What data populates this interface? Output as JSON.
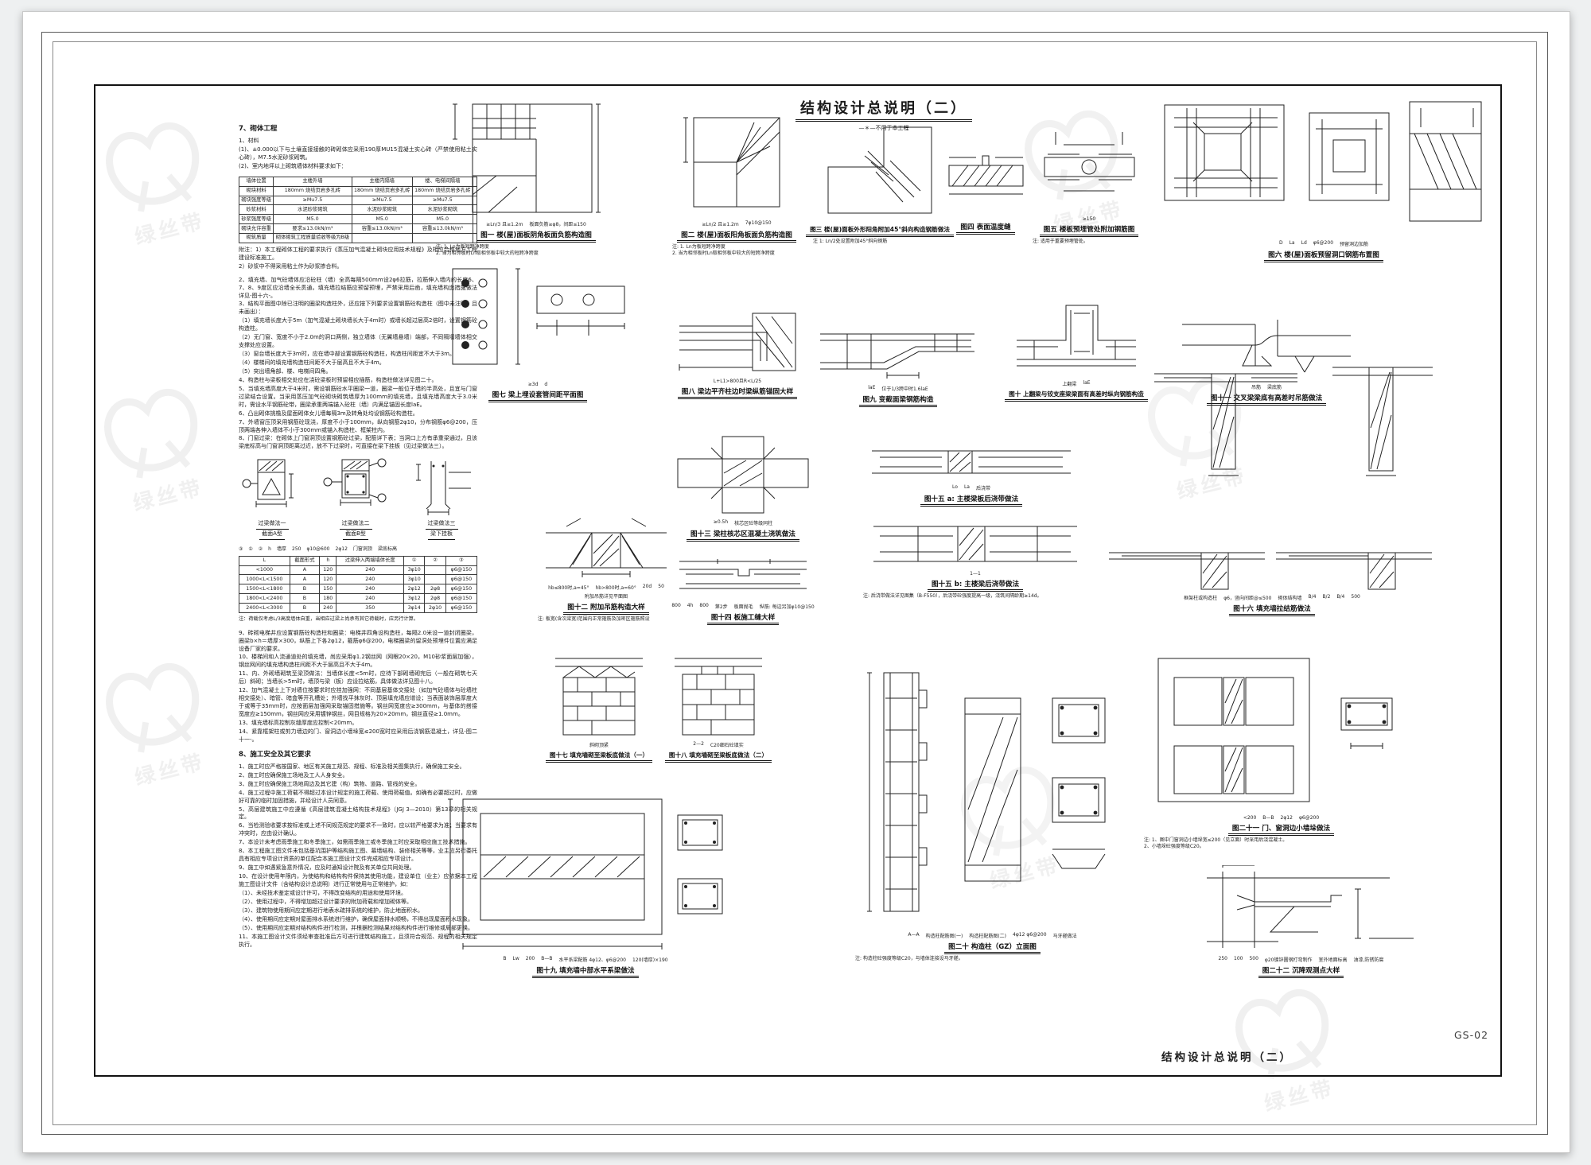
{
  "header": {
    "title": "结构设计总说明（二）",
    "subtitle": "—＊—不用于本工程"
  },
  "footer": {
    "sheet_title": "结构设计总说明（二）",
    "sheet_no": "GS-02"
  },
  "watermark": {
    "text": "绿丝带"
  },
  "left": {
    "s7_heading": "7、砌体工程",
    "s7_intro": [
      "1、材料",
      "(1)、±0.000以下与土壤直接接触的砖砌体应采用190厚MU15混凝土实心砖（严禁使用粘土实心砖），M7.5水泥砂浆砌筑。",
      "(2)、室内地坪以上砌筑墙体材料要求如下："
    ],
    "material_table_head": [
      "墙体位置",
      "主楼外墙",
      "主楼内隔墙",
      "楼、电梯间隔墙",
      ""
    ],
    "material_table": [
      [
        "砌块材料",
        "180mm 烧结页岩多孔砖",
        "180mm 烧结页岩多孔砖",
        "180mm 烧结页岩多孔砖",
        ""
      ],
      [
        "砌块强度等级",
        "≥Mu7.5",
        "≥Mu7.5",
        "≥Mu7.5",
        ""
      ],
      [
        "砂浆材料",
        "水泥砂浆砌筑",
        "水泥砂浆砌筑",
        "水泥砂浆砌筑",
        ""
      ],
      [
        "砂浆强度等级",
        "M5.0",
        "M5.0",
        "M5.0",
        ""
      ],
      [
        "砌块允许容重",
        "要求≤13.0kN/m³",
        "容重≤13.0kN/m³",
        "容重≤13.0kN/m³",
        ""
      ],
      [
        "砌筑质量",
        "砌体砌筑工程质量验收等级为B级",
        "",
        "",
        ""
      ]
    ],
    "material_note": [
      "附注：1）本工程砌体工程的要求执行《蒸压加气混凝土砌块应用技术规程》及相应合格地方工程建设标准施工。",
      "2）砂浆中不得采用粘土作为砂浆掺合料。"
    ],
    "s7_notes_a": [
      "2、填充墙、加气砼墙体应沿砼柱（墙）全高每隔500mm设2φ6拉筋，拉筋伸入墙内的长度6、7、8、9度区应沿墙全长贯通。填充墙拉结筋应预留预埋，严禁采用后凿，填充墙构造措施做法详见-图十六-。",
      "3、结构平面图中除已注明的圈梁构造柱外，还应按下列要求设置钢筋砼构造柱（图中未注明，且未画出）：",
      "（1）填充墙长度大于5m（加气混凝土砌块墙长大于4m时）或墙长超过层高2倍时，设置钢筋砼构造柱。",
      "（2）无门窗、宽度不小于2.0m的洞口两侧，独立墙体（无翼墙悬墙）端部，不同隔墙墙体相交支撑处应设置。",
      "（3）窗台墙长度大于3m时，应在墙中部设置钢筋砼构造柱，构造柱间距宜不大于3m。",
      "（4）楼梯间的填充墙构造柱间距不大于层高且不大于4m。",
      "（5）突出墙角部、楼、电梯间四角。",
      "4、构造柱与梁板相交处应在浇砼梁板时预留相应插筋，构造柱做法详见图二十。",
      "5、当填充墙高度大于4米时，需设钢筋砼水平圈梁一道，圈梁一般位于墙的半高处，且宜与门窗过梁结合设置。当采用蒸压加气砼砌块砌筑墙厚为100mm的填充墙，且填充墙高度大于3.0米时，需设水平钢筋砼带，圈梁承重两端锚入砼柱（墙）内满足锚固长度laE。",
      "6、凸出砌体挑檐及屋面砌体女儿墙每隔3m及转角处均设钢筋砼构造柱。",
      "7、外墙窗压顶采用钢筋砼现浇，厚度不小于100mm，纵向钢筋2φ10，分布钢筋φ6@200，压顶两端各伸入墙体不小于300mm或锚入构造柱、框架柱内。",
      "8、门窗过梁：在砌体上门窗洞顶设置钢筋砼过梁，配筋详下表；当洞口上方有承重梁通过，且该梁底标高与门窗洞顶距离过近，放不下过梁时，可直接在梁下挂板（见过梁做法三）。"
    ],
    "lintel_figs": [
      {
        "t1": "过梁做法一",
        "t2": "截面A型"
      },
      {
        "t1": "过梁做法二",
        "t2": "截面B型"
      },
      {
        "t1": "过梁做法三",
        "t2": "梁下挂板"
      }
    ],
    "lintel_labels": [
      "③",
      "①",
      "②",
      "h",
      "墙厚",
      "250",
      "φ10@600",
      "2φ12",
      "门窗洞顶",
      "梁底标高"
    ],
    "lintel_table_head": [
      "L",
      "截面形式",
      "h",
      "过梁伸入两端墙体长度",
      "①",
      "②",
      "③"
    ],
    "lintel_table": [
      [
        "<1000",
        "A",
        "120",
        "240",
        "3φ10",
        "",
        "φ6@150"
      ],
      [
        "1000<L<1500",
        "A",
        "120",
        "240",
        "3φ10",
        "",
        "φ6@150"
      ],
      [
        "1500<L<1800",
        "B",
        "150",
        "240",
        "2φ12",
        "2φ8",
        "φ6@150"
      ],
      [
        "1800<L<2400",
        "B",
        "180",
        "240",
        "3φ12",
        "2φ8",
        "φ6@150"
      ],
      [
        "2400<L<3000",
        "B",
        "240",
        "350",
        "3φ14",
        "2φ10",
        "φ6@150"
      ]
    ],
    "lintel_table_note": "注：荷载仅考虑L/3高度墙体自重，当相应过梁上尚承有其它荷载时，应另行计算。",
    "s7_notes_b": [
      "9、砖砌电梯井应设置钢筋砼构造柱和圈梁：电梯井四角设构造柱，每隔2.0米设一道封闭圈梁，圈梁b×h＝墙厚×300，纵筋上下各2φ12，箍筋φ6@200，电梯圈梁的留洞处预埋件位置应满足设备厂家的要求。",
      "10、楼梯间和人流通道处的填充墙，尚应采用φ1.2钢丝网（网眼20×20，M10砂浆面层加强），钢丝网间的填充墙构造柱间距不大于层高且不大于4m。",
      "11、内、外砌墙砌筑至梁顶做法：当墙体长度<5m时，应待下部砌墙砌完后（一般在砌筑七天后）斜砌；当墙长>5m时，墙顶与梁（板）应设拉结筋，具体做法详见图十八。",
      "12、加气混凝土上下对墙位按要求时应挂加强网：不同基层基体交接处（如加气砼墙体与砼墙柱相交接处）、暗管、暗盒等开孔槽处；外墙找平抹灰时、顶层填充墙应增设；当表面装饰层厚度大于或等于35mm时，应按面层加强网采取锚固措施等。钢丝网宽度应≥300mm，与基体的搭接宽度应≥150mm，钢丝网应采用镀锌钢丝，网目规格为20×20mm，钢丝直径≥1.0mm。",
      "13、填充墙标高控制灰缝厚度应控制<20mm。",
      "14、紧靠框架柱或剪力墙边的门、窗洞边小墙垛宽≤200宽时应采用后浇钢筋混凝土，详见-图二十一-。"
    ],
    "s8_heading": "8、施工安全及其它要求",
    "s8_items": [
      "1、施工时应严格按国家、地区有关施工规范、规程、标准及相关图集执行，确保施工安全。",
      "2、施工时应确保施工场地及工人人身安全。",
      "3、施工时应确保施工场地周边及其它建（构）筑物、道路、管线的安全。",
      "4、施工过程中施工荷载不得超过本设计规定的施工荷载、使用荷载值。如确有必要超过时，应做好可靠的临时加固措施，并经设计人员同意。",
      "5、高层建筑施工中应遵循《高层建筑混凝土结构技术规程》（JGJ 3—2010）第13章的相关规定。",
      "6、当检测验收要求按标准或上述不同规范规定的要求不一致时，应以较严格要求为准；当要求有冲突时，应由设计确认。",
      "7、本设计未考虑雨季施工和冬季施工，如需雨季施工或冬季施工时应采取相应施工技术措施。",
      "8、本工程施工图文件未包括基坑围护等结构施工图、幕墙结构、装修相关等等，业主应另行委托具有相应专项设计资质的单位配合本施工图设计文件完成相应专项设计。",
      "9、施工中如遇紧急意外情况，应及时通知设计院及有关单位共同处理。",
      "10、在设计使用年限内，为使结构和结构构件保持其使用功能，建设单位（业主）应依据本工程施工图设计文件（含结构设计总说明）进行正常使用与正常维护，如：",
      "（1）、未经技术鉴定或设计许可，不得改变结构的用途和使用环境。",
      "（2）、使用过程中，不得增加超过设计要求的附加荷载和增加砌体等。",
      "（3）、建筑物使用期间应定期进行地表水疏排系统的维护，防止地面积水。",
      "（4）、使用期间应定期对屋面排水系统进行维护，确保屋面排水顺畅，不得出现屋面积水现象。",
      "（5）、使用期间应定期对结构构件进行检测，并根据检测结果对结构构件进行维修或局部更换。",
      "11、本施工图设计文件须经审查批准后方可进行建筑结构施工，且须符合规范、规程的相关规定执行。"
    ]
  },
  "figures": {
    "f1": {
      "caption": "图一 楼(屋)面板阴角板面负筋构造图",
      "notes": [
        "注: 1. Ln为板短跨净跨度",
        "2. 当为相邻板时Ln取相邻板中较大的短跨净跨度"
      ],
      "labels": [
        "≥Ln/3 且≥1.2m",
        "板面负筋≥φ8，间距≤150"
      ]
    },
    "f2": {
      "caption": "图二 楼(屋)面板阳角板面负筋构造图",
      "notes": [
        "注: 1. Ln为板短跨净跨度",
        "2. 当为相邻板时Ln取相邻板中较大的短跨净跨度"
      ],
      "labels": [
        "≥Ln/2 且≥1.2m",
        "7φ10@150"
      ]
    },
    "f3": {
      "caption": "图三 楼(屋)面板外形阳角附加45°斜向构造钢筋做法",
      "notes": [
        "注 1: Ln/2处设置附加45°斜向钢筋"
      ],
      "labels": []
    },
    "f4": {
      "caption": "图四 表面温度缝",
      "notes": [],
      "labels": []
    },
    "f5": {
      "caption": "图五 楼板预埋管处附加钢筋图",
      "notes": [
        "注: 适用于重要预埋管处。"
      ],
      "labels": [
        "≥150"
      ]
    },
    "f6": {
      "caption": "图六 楼(屋)面板预留洞口钢筋布置图",
      "notes": [],
      "labels": [
        "D",
        "La",
        "Ld",
        "φ6@200",
        "预留洞边加筋"
      ]
    },
    "f7": {
      "caption": "图七 梁上埋设套管间距平面图",
      "notes": [],
      "labels": [
        "≥3d",
        "d"
      ]
    },
    "f8": {
      "caption": "图八 梁边平齐柱边时梁纵筋锚固大样",
      "notes": [],
      "labels": [
        "L+L1>800且R<L/25"
      ]
    },
    "f9": {
      "caption": "图九 变截面梁钢筋构造",
      "notes": [],
      "labels": [
        "laE",
        "位于1/3跨中时1.6laE"
      ]
    },
    "f10": {
      "caption": "图十 上翻梁与铰支座梁梁面有高差时纵向钢筋构造",
      "notes": [],
      "labels": [
        "上翻梁",
        "laE"
      ]
    },
    "f11": {
      "caption": "图十一 交叉梁梁底有高差时吊筋做法",
      "notes": [],
      "labels": [
        "吊筋",
        "梁底筋"
      ]
    },
    "f12": {
      "caption": "图十二 附加吊筋构造大样",
      "notes": [
        "注: 板宽(含次梁宽)范围内正常箍筋及加密区箍筋照设"
      ],
      "labels": [
        "hb≤800时,a=45°",
        "hb>800时,a=60°",
        "20d",
        "50",
        "附加吊筋详见平面图"
      ]
    },
    "f13": {
      "caption": "图十三 梁柱核芯区混凝土浇筑做法",
      "notes": [],
      "labels": [
        "≥0.5h",
        "核芯区砼等级同柱"
      ]
    },
    "f14": {
      "caption": "图十四 板施工缝大样",
      "notes": [],
      "labels": [
        "800",
        "4h",
        "800",
        "第2步",
        "板面抛毛",
        "纵筋: 每边另加φ10@150"
      ]
    },
    "f15a": {
      "caption": "图十五 a: 主楼梁板后浇带做法",
      "notes": [],
      "labels": [
        "Lo",
        "La",
        "后浇带"
      ]
    },
    "f15b": {
      "caption": "图十五 b: 主楼梁后浇带做法",
      "notes": [
        "注: 后浇带做法详见图集（B-F550），后浇带砼强度提高一级，浇筑间隔龄期≥14d。"
      ],
      "labels": [
        "1—1"
      ]
    },
    "f16": {
      "caption": "图十六 填充墙拉结筋做法",
      "notes": [],
      "labels": [
        "框架柱或构造柱",
        "φ6，竖向间距@≤500",
        "砌体结构墙",
        "B/4",
        "B/2",
        "B/4",
        "500"
      ]
    },
    "f17": {
      "caption": "图十七 填充墙砌至梁板底做法（一）",
      "notes": [],
      "labels": [
        "斜砌顶紧"
      ]
    },
    "f18": {
      "caption": "图十八 填充墙砌至梁板底做法（二）",
      "notes": [],
      "labels": [
        "2—2",
        "C20细石砼填实"
      ]
    },
    "f19": {
      "caption": "图十九 填充墙中部水平系梁做法",
      "notes": [],
      "labels": [
        "B",
        "Lw",
        "200",
        "B—B",
        "水平系梁配筋 4φ12、φ6@200",
        "120(墙厚)×190"
      ]
    },
    "f20": {
      "caption": "图二十 构造柱（GZ）立面图",
      "notes": [
        "注: 构造柱砼强度等级C20，与墙体连接设马牙槎。"
      ],
      "labels": [
        "A—A",
        "构造柱配筋图(一)",
        "构造柱配筋图(二)",
        "4φ12 φ6@200",
        "马牙槎做法"
      ]
    },
    "f21": {
      "caption": "图二十一 门、窗洞边小墙垛做法",
      "notes": [
        "注: 1、图中门窗洞边小墙垛宽≤200（见立面）时采用后浇混凝土。",
        "2、小墙垛砼强度等级C20。"
      ],
      "labels": [
        "<200",
        "B—B",
        "2φ12",
        "φ6@200"
      ]
    },
    "f22": {
      "caption": "图二十二 沉降观测点大样",
      "notes": [],
      "labels": [
        "250",
        "100",
        "500",
        "φ20镀锌圆钢打弯制作",
        "室外地面标高",
        "油漆,防锈防腐"
      ]
    }
  }
}
